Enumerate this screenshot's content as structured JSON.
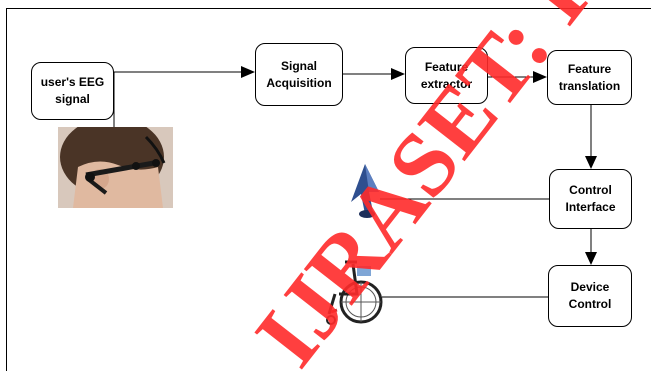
{
  "diagram": {
    "nodes": {
      "eeg_signal": "user's EEG\nsignal",
      "signal_acquisition": "Signal\nAcquisition",
      "feature_extractor": "Feature\nextractor",
      "feature_translation": "Feature\ntranslation",
      "control_interface": "Control\nInterface",
      "device_control": "Device\nControl"
    },
    "images": {
      "head": "head-with-eeg-cap",
      "cursor": "cursor-pointer",
      "wheelchair": "wheelchair"
    }
  },
  "watermark": {
    "text": "IJRASET: I",
    "color": "#ff2a2a"
  }
}
